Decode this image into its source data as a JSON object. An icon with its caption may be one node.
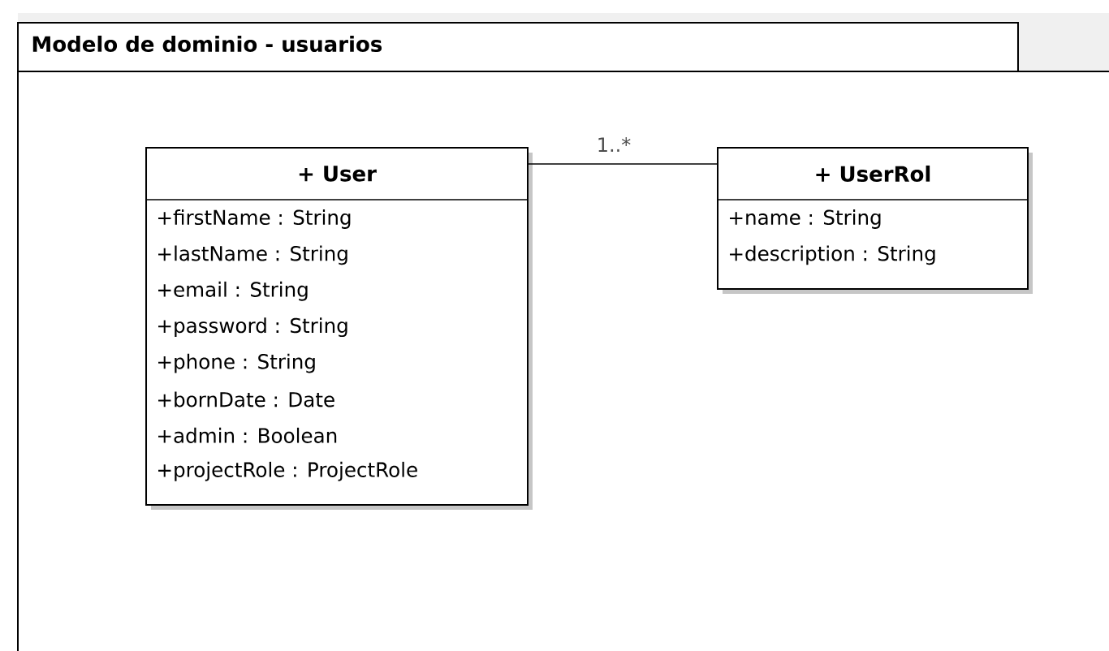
{
  "diagram": {
    "nodes": [
      {
        "text": [
          "Modelo de dominio - usuarios"
        ]
      },
      {
        "text": [
          "+ User",
          "+firstName : String",
          "+lastName : String",
          "+email : String",
          "+password : String",
          "+phone : String",
          "+bornDate : Date",
          "+admin : Boolean",
          "+projectRole : ProjectRole"
        ],
        "in": 0
      },
      {
        "text": [
          "+ UserRol",
          "+name : String",
          "+description : String"
        ],
        "in": 0
      }
    ],
    "edges": [
      {
        "from": 1,
        "to": 2,
        "arrow": "none",
        "label": "1..*"
      }
    ]
  }
}
